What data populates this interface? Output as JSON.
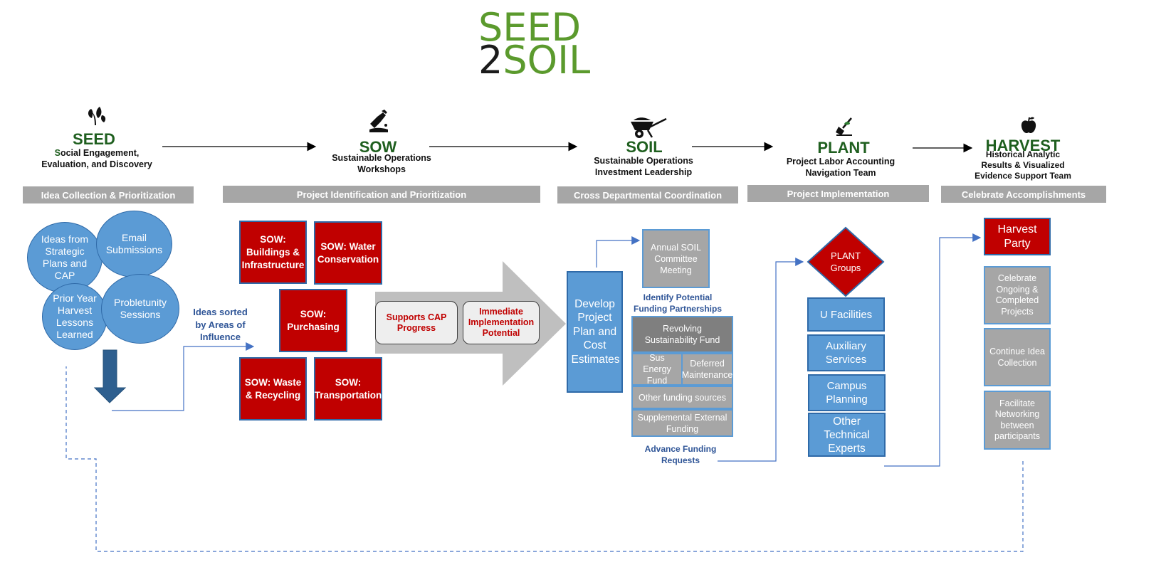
{
  "logo": {
    "line1": "SEED",
    "line2_number": "2",
    "line2_word": "SOIL"
  },
  "stages": {
    "seed": {
      "title": "SEED",
      "subtitle_initial": "S",
      "subtitle_rest_line1": "ocial Engagement,",
      "subtitle_line2": "Evaluation, and Discovery",
      "icon": "seedling-icon"
    },
    "sow": {
      "title": "SOW",
      "subtitle_line1": "Sustainable Operations",
      "subtitle_line2": "Workshops",
      "icon": "planting-hand-icon"
    },
    "soil": {
      "title": "SOIL",
      "subtitle_line1": "Sustainable Operations",
      "subtitle_line2": "Investment Leadership",
      "icon": "wheelbarrow-icon"
    },
    "plant": {
      "title": "PLANT",
      "subtitle_line1": "Project Labor Accounting",
      "subtitle_line2": "Navigation Team",
      "icon": "shovel-icon"
    },
    "harvest": {
      "title": "HARVEST",
      "subtitle_line1": "Historical Analytic",
      "subtitle_line2": "Results & Visualized",
      "subtitle_line3": "Evidence Support Team",
      "icon": "apple-icon"
    }
  },
  "phases": {
    "seed": "Idea Collection & Prioritization",
    "sow": "Project Identification and  Prioritization",
    "soil": "Cross Departmental Coordination",
    "plant": "Project Implementation",
    "harvest": "Celebrate Accomplishments"
  },
  "seed_circles": {
    "strategic": "Ideas from Strategic Plans and CAP",
    "email": "Email Submissions",
    "prior_year": "Prior Year Harvest Lessons Learned",
    "probletunity": "Probletunity Sessions"
  },
  "seed_sorted_label": "Ideas sorted by Areas of Influence",
  "sow_boxes": {
    "buildings": "SOW: Buildings & Infrastructure",
    "water": "SOW: Water Conservation",
    "purchasing": "SOW: Purchasing",
    "waste": "SOW: Waste & Recycling",
    "transportation": "SOW: Transportation"
  },
  "sow_pills": {
    "cap": "Supports CAP Progress",
    "immediate": "Immediate Implementation Potential"
  },
  "soil": {
    "develop": "Develop Project Plan and Cost Estimates",
    "annual_meeting": "Annual SOIL Committee Meeting",
    "identify_label": "Identify Potential Funding Partnerships",
    "revolving": "Revolving Sustainability Fund",
    "sus_energy": "Sus Energy Fund",
    "deferred": "Deferred Maintenance",
    "other_funding": "Other funding sources",
    "supplemental": "Supplemental External Funding",
    "advance_label": "Advance Funding Requests"
  },
  "plant": {
    "groups": "PLANT Groups",
    "u_facilities": "U Facilities",
    "auxiliary": "Auxiliary Services",
    "campus": "Campus Planning",
    "other_experts": "Other Technical Experts"
  },
  "harvest": {
    "party": "Harvest Party",
    "celebrate": "Celebrate Ongoing & Completed Projects",
    "continue": "Continue Idea Collection",
    "networking": "Facilitate Networking between participants"
  },
  "colors": {
    "green_title": "#1f5f1f",
    "logo_green": "#5b9a2d",
    "phase_gray": "#a6a6a6",
    "circle_blue": "#5b9bd5",
    "sow_red": "#c00000",
    "label_blue": "#2f5597"
  }
}
